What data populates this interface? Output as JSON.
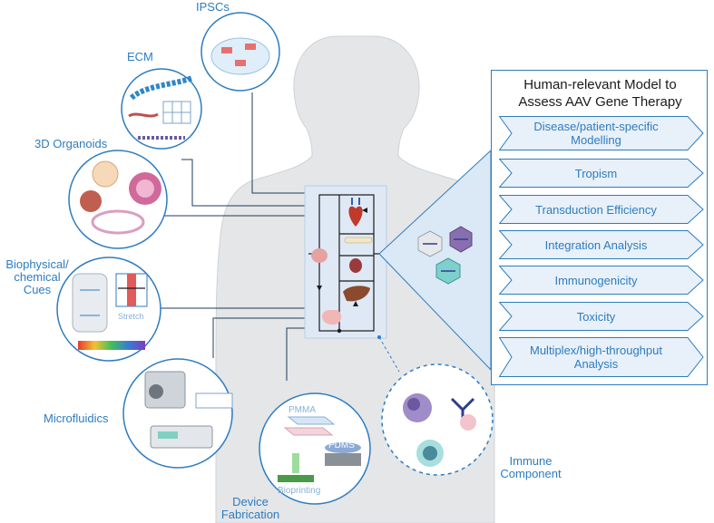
{
  "labels": {
    "ipscs": "IPSCs",
    "ecm": "ECM",
    "organoids": "3D Organoids",
    "biophysical_line1": "Biophysical/",
    "biophysical_line2": "chemical",
    "biophysical_line3": "Cues",
    "microfluidics": "Microfluidics",
    "device_line1": "Device",
    "device_line2": "Fabrication",
    "immune_line1": "Immune",
    "immune_line2": "Component"
  },
  "inner_labels": {
    "stretch": "Stretch",
    "pmma": "PMMA",
    "pdms": "PDMS",
    "bioprinting": "Bioprinting"
  },
  "panel": {
    "title_line1": "Human-relevant Model to",
    "title_line2": "Assess AAV Gene Therapy",
    "items": [
      {
        "line1": "Disease/patient-specific",
        "line2": "Modelling"
      },
      {
        "line1": "Tropism",
        "line2": ""
      },
      {
        "line1": "Transduction Efficiency",
        "line2": ""
      },
      {
        "line1": "Integration Analysis",
        "line2": ""
      },
      {
        "line1": "Immunogenicity",
        "line2": ""
      },
      {
        "line1": "Toxicity",
        "line2": ""
      },
      {
        "line1": "Multiplex/high-throughput",
        "line2": "Analysis"
      }
    ]
  },
  "colors": {
    "accent": "#2e7cbf",
    "body": "#e4e6e8",
    "chevron_fill": "#e8f0f9",
    "chip_fill": "#dfe9f5"
  }
}
